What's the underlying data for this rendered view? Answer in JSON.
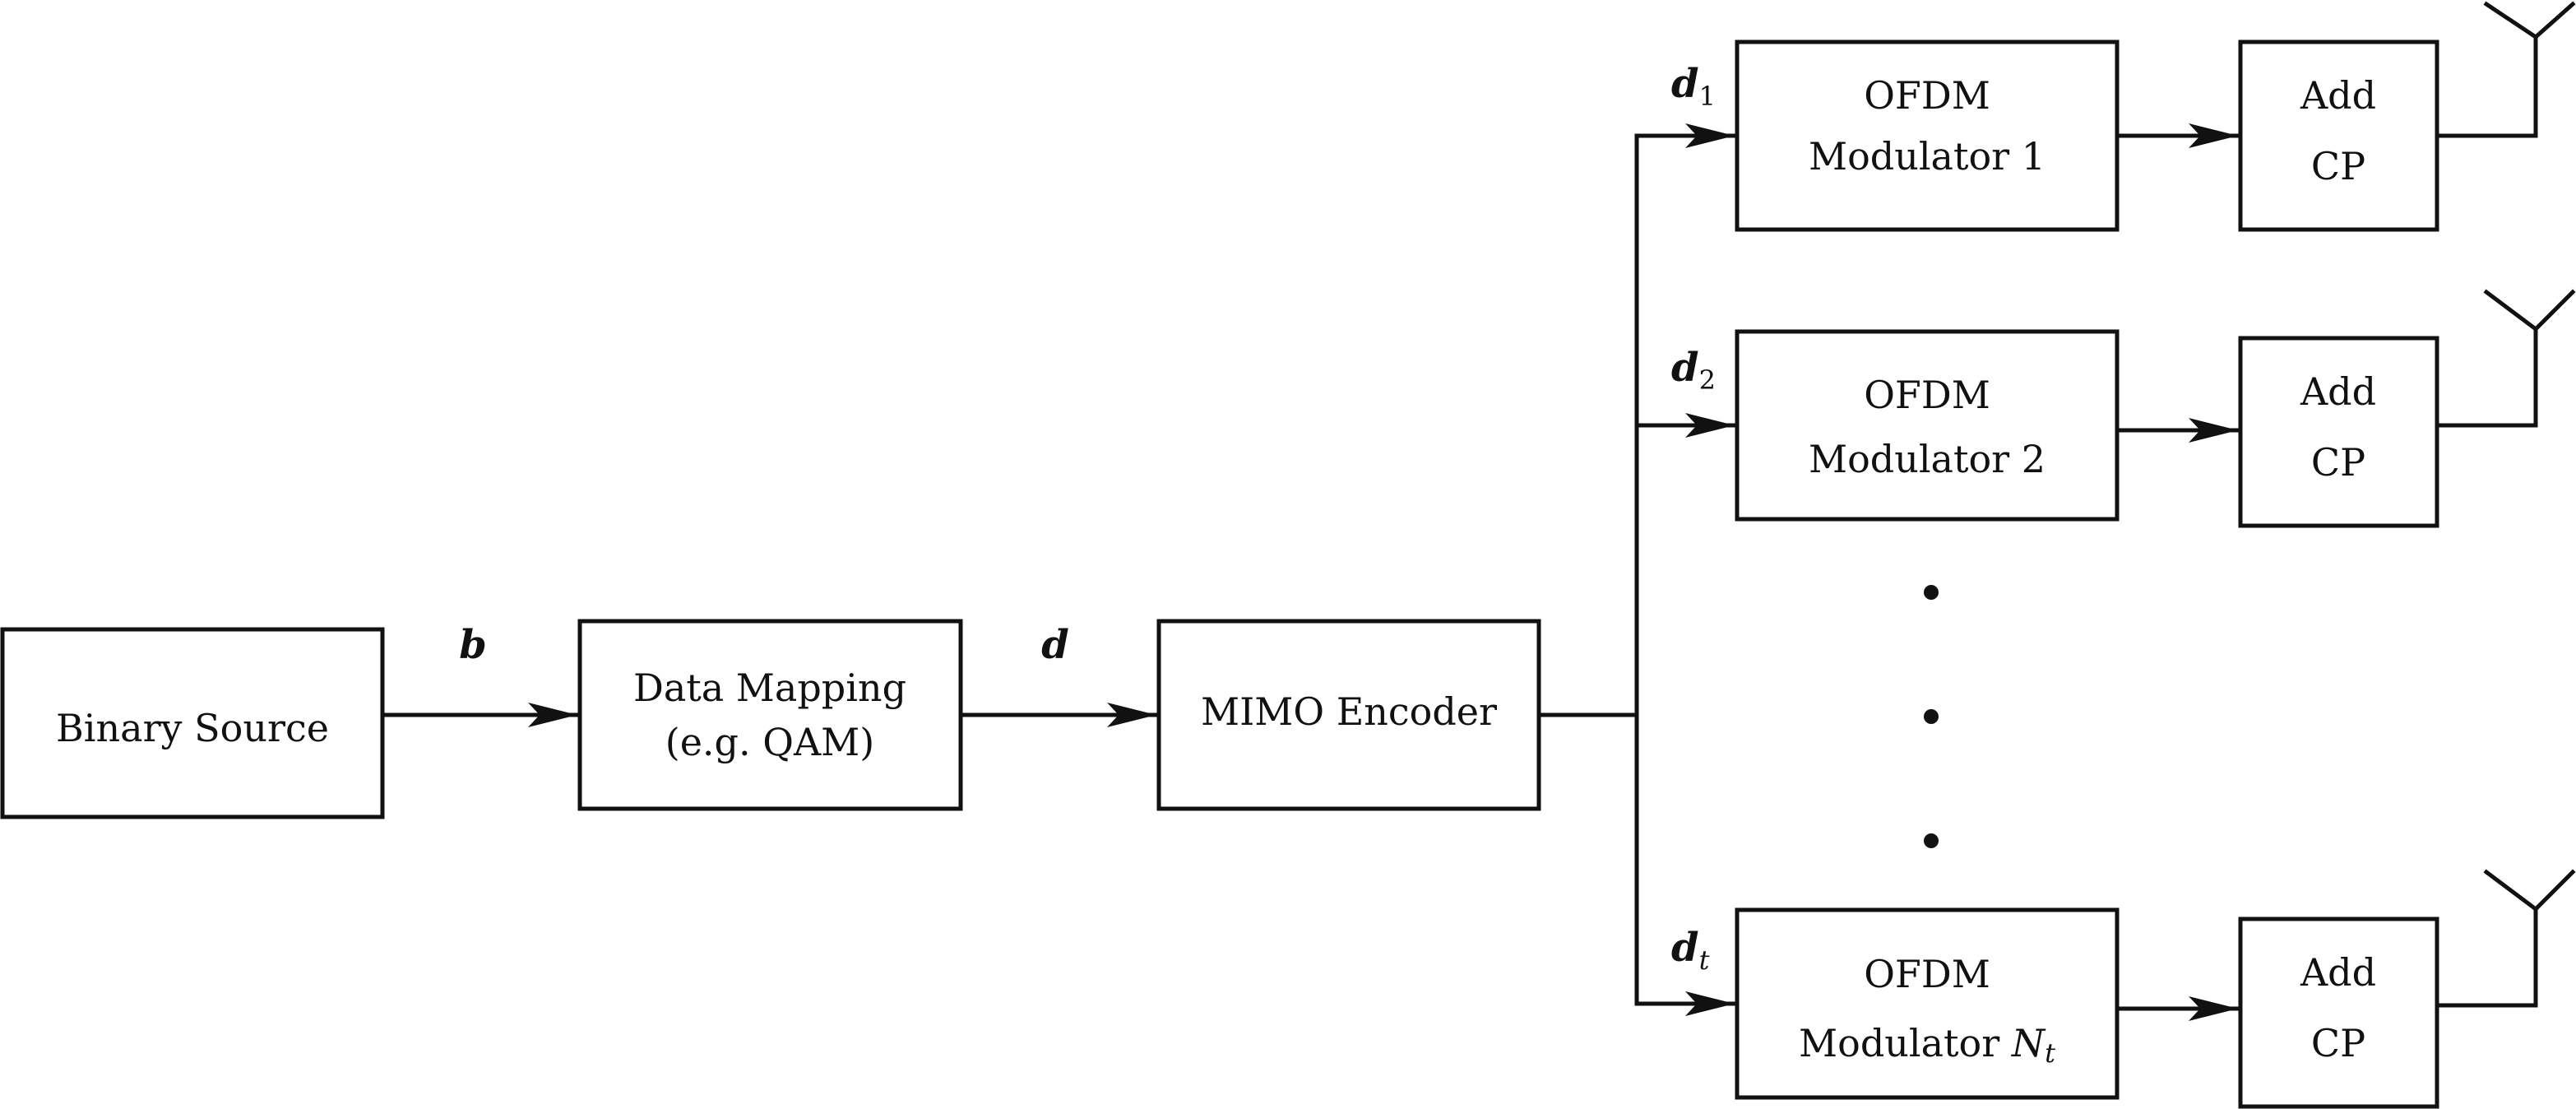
{
  "blocks": {
    "binary_source": "Binary Source",
    "data_mapping_line1": "Data Mapping",
    "data_mapping_line2": "(e.g. QAM)",
    "mimo_encoder": "MIMO Encoder",
    "ofdm_label": "OFDM",
    "modulator_1": "Modulator 1",
    "modulator_2": "Modulator 2",
    "modulator_n_prefix": "Modulator ",
    "modulator_n_symbol": "N",
    "modulator_n_sub": "t",
    "add_cp_line1": "Add",
    "add_cp_line2": "CP"
  },
  "signals": {
    "b": "b",
    "d": "d",
    "d1": "d",
    "d1_sub": "1",
    "d2": "d",
    "d2_sub": "2",
    "dt": "d",
    "dt_sub": "t"
  },
  "ellipsis_dots": 3,
  "colors": {
    "stroke": "#111111",
    "background": "#ffffff"
  },
  "icons": {
    "antenna": "antenna-icon"
  }
}
